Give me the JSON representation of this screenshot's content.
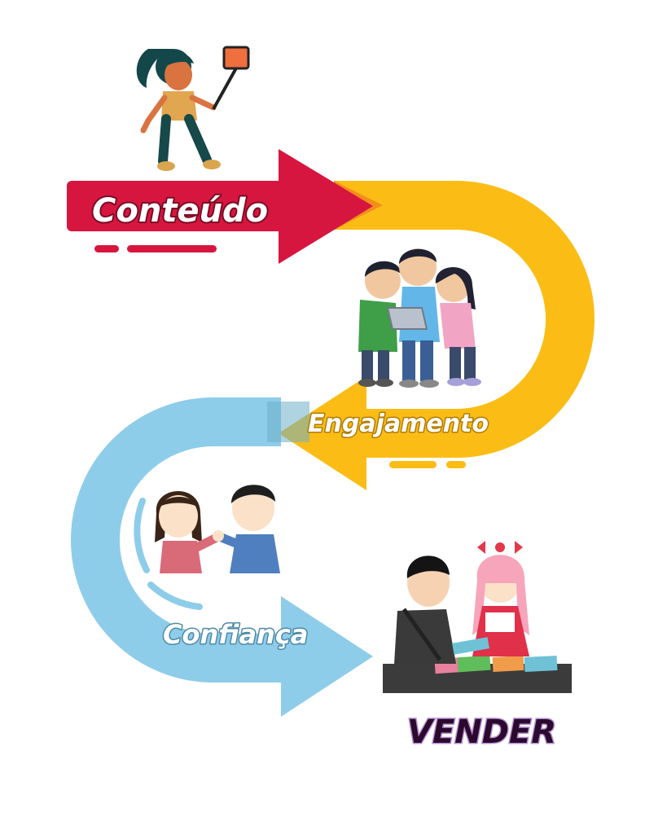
{
  "steps": [
    {
      "label": "Conteúdo",
      "color": "#d7163f"
    },
    {
      "label": "Engajamento",
      "color": "#fbbd15"
    },
    {
      "label": "Confiança",
      "color": "#8dcde9"
    }
  ],
  "final_label": "VENDER",
  "final_color": "#2b0a2d",
  "illustrations": [
    "woman-taking-selfie",
    "kids-looking-at-laptop",
    "friends-pinky-promise",
    "shopkeeper-selling-goods"
  ]
}
